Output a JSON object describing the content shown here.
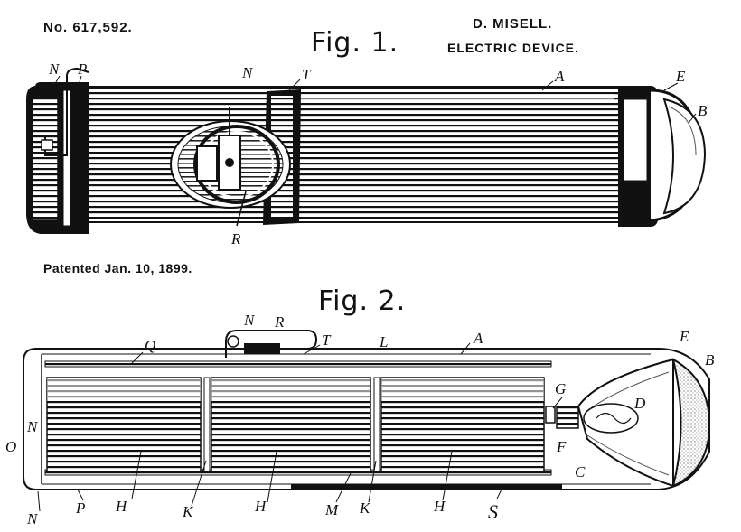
{
  "header": {
    "patent_number": "No. 617,592.",
    "inventor": "D. MISELL.",
    "title": "ELECTRIC DEVICE.",
    "patented_date": "Patented Jan. 10, 1899."
  },
  "figures": [
    {
      "caption": "Fig. 1.",
      "labels": [
        "N",
        "P",
        "N",
        "T",
        "A",
        "E",
        "B",
        "R"
      ]
    },
    {
      "caption": "Fig. 2.",
      "labels": [
        "Q",
        "N",
        "R",
        "T",
        "L",
        "A",
        "E",
        "B",
        "G",
        "D",
        "O",
        "N",
        "F",
        "C",
        "H",
        "K",
        "H",
        "M",
        "K",
        "H",
        "S",
        "N",
        "P"
      ]
    }
  ]
}
